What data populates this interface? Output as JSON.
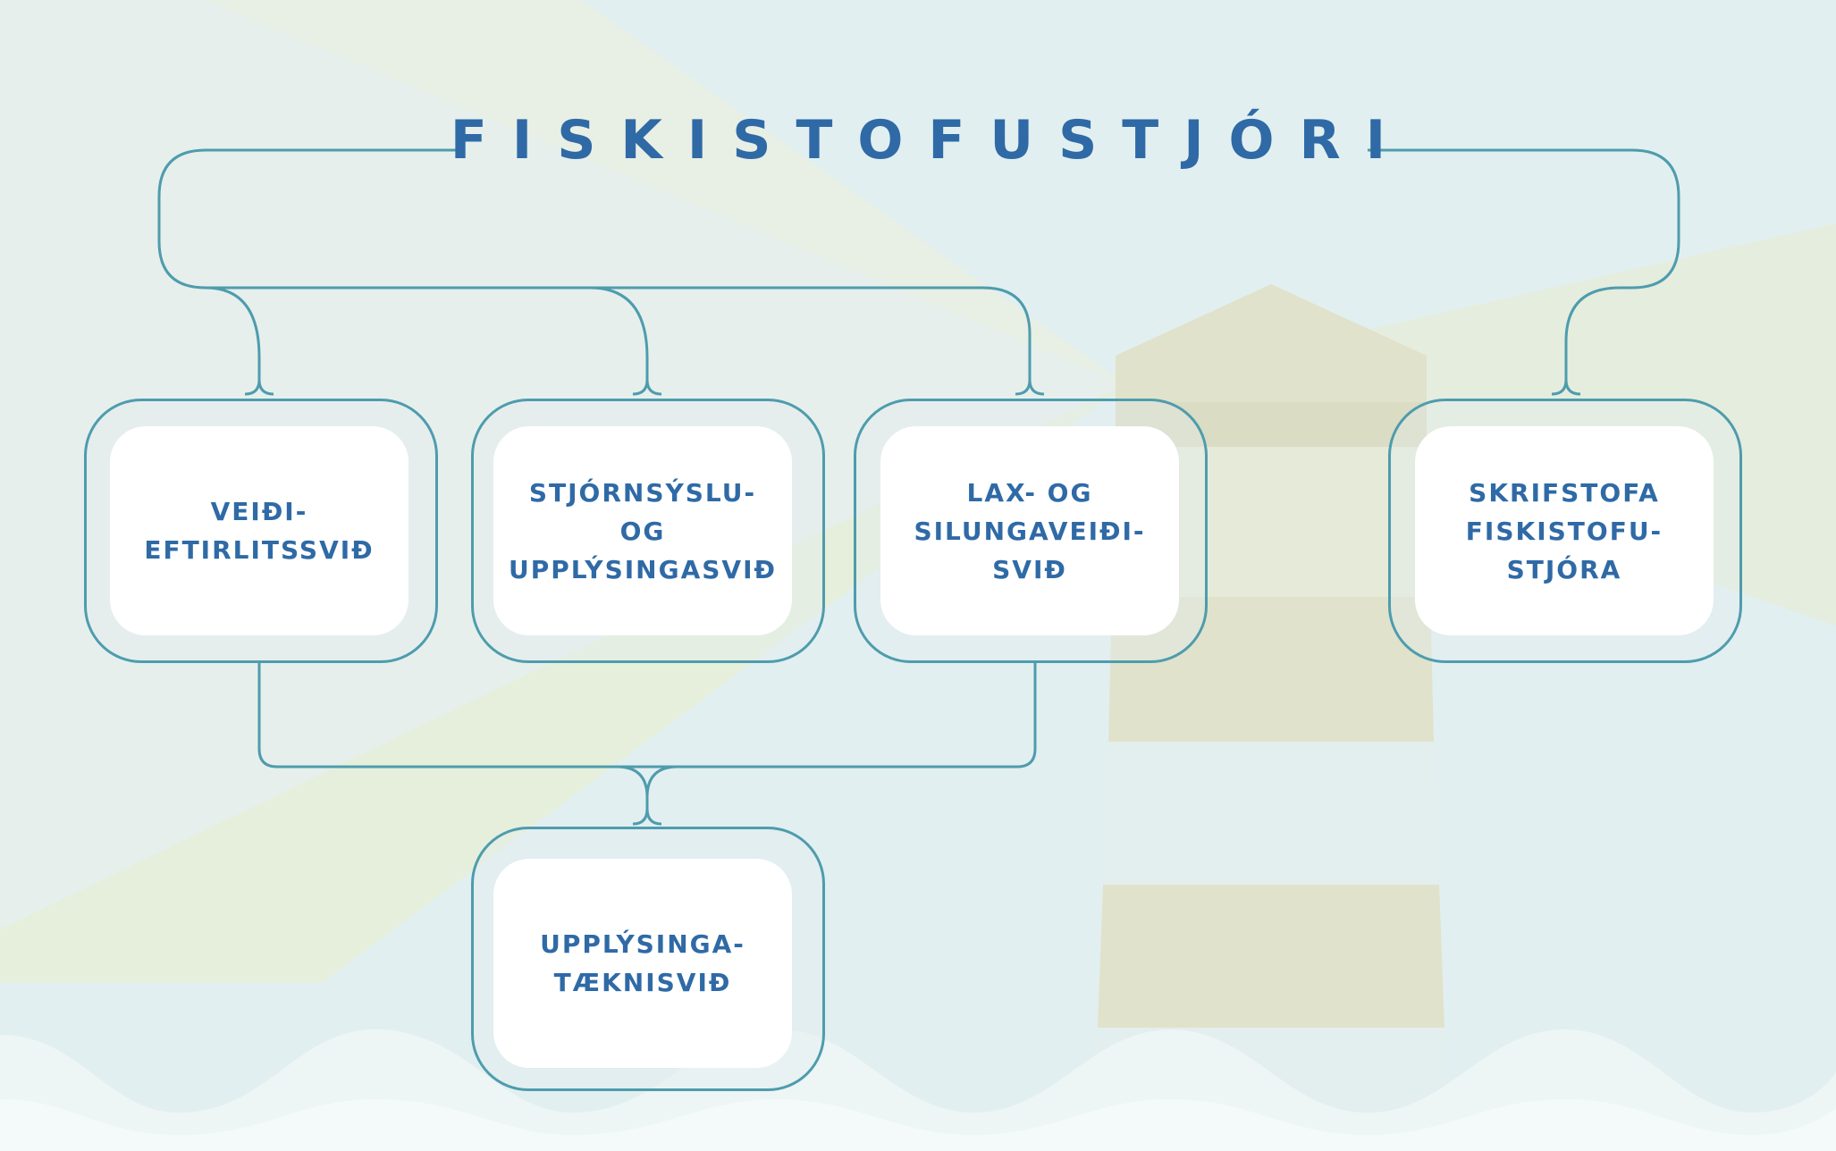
{
  "title": "FISKISTOFUSTJÓRI",
  "colors": {
    "title": "#2f6aa6",
    "label": "#2f6aa6",
    "connector": "#4e9cad",
    "background": "#e2eff0",
    "lighthouse": "#e0e2cb",
    "card": "#ffffff"
  },
  "nodes": [
    {
      "id": "veidieftirlit",
      "label": "VEIÐI-\nEFTIRLITSSVIÐ"
    },
    {
      "id": "stjornsyslu",
      "label": "STJÓRNSÝSLU-\nOG\nUPPLÝSINGASVIÐ"
    },
    {
      "id": "lax",
      "label": "LAX- OG\nSILUNGAVEIÐI-\nSVIÐ"
    },
    {
      "id": "skrifstofa",
      "label": "SKRIFSTOFA\nFISKISTOFU-\nSTJÓRA"
    },
    {
      "id": "upplysinga",
      "label": "UPPLÝSINGA-\nTÆKNISVIÐ"
    }
  ]
}
